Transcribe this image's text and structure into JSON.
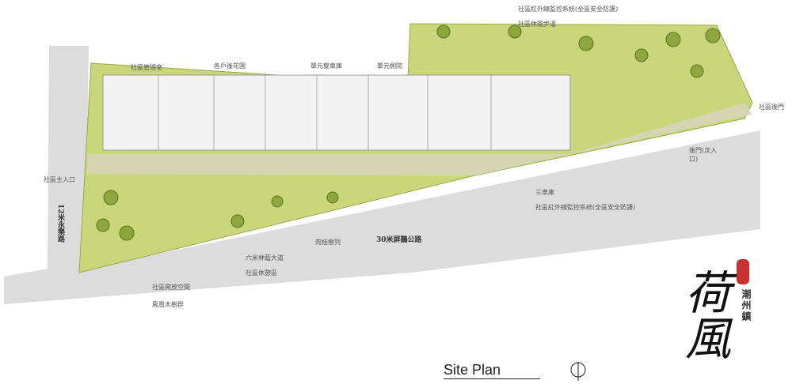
{
  "title": "Site Plan",
  "logo": {
    "text": "荷風",
    "town": "潮州鎮",
    "seal_color": "#c8312f"
  },
  "roads": {
    "main": "30米屏鵝公路",
    "side": "12米永樂路"
  },
  "labels": {
    "ir_top": "社區紅外線監控系統(全區安全防護)",
    "trail": "社區休閒步道",
    "mgmt": "社區管理室",
    "backyard": "各戶後花園",
    "garage2": "單元雙車庫",
    "sideyard": "單元側院",
    "backdoor": "社區後門",
    "rear_gate": "後門(次入口)",
    "garage3": "三車庫",
    "ir_bottom": "社區紅外線監控系統(全區安全防護)",
    "main_entry": "社區主入口",
    "cinnamon": "肉桂樹列",
    "boulevard": "六米林蔭大道",
    "rest": "社區休憩區",
    "open": "社區開放空間",
    "poinciana": "鳳凰木樹群"
  },
  "colors": {
    "road": "#dcdcdc",
    "green": "#c9d77a",
    "building": "#f2f2f2"
  }
}
